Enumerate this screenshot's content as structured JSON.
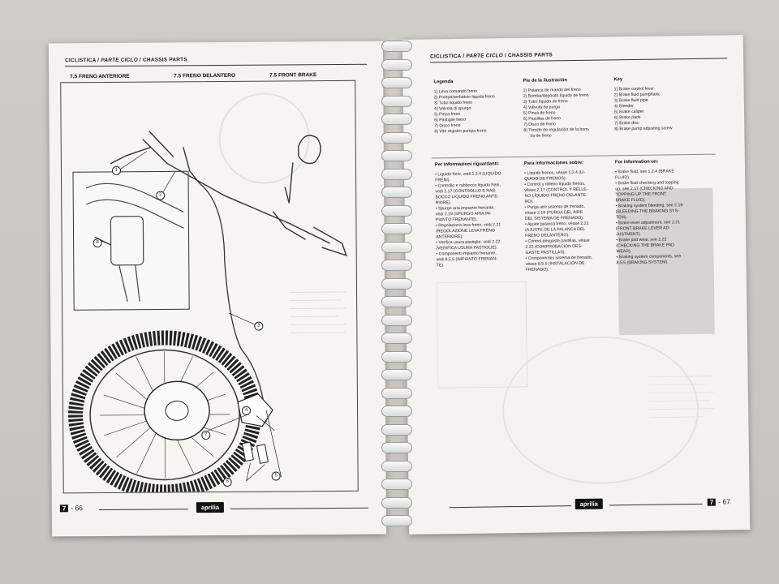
{
  "left_page": {
    "header": {
      "part1": "CICLISTICA",
      "part2": "PARTE CICLO",
      "part3": "CHASSIS PARTS",
      "sep": "/"
    },
    "sections": {
      "it": "7.5 FRENO ANTERIORE",
      "es": "7.5 FRENO DELANTERO",
      "en": "7.5 FRONT BRAKE"
    },
    "callouts": [
      "1",
      "2",
      "3",
      "4",
      "5",
      "6",
      "7",
      "8"
    ],
    "page_prefix": "7",
    "page_suffix": "- 66",
    "logo": "aprilia"
  },
  "right_page": {
    "header": {
      "part1": "CICLISTICA",
      "part2": "PARTE CICLO",
      "part3": "CHASSIS PARTS",
      "sep": "/"
    },
    "legend": {
      "it_title": "Legenda",
      "es_title": "Pie de la ilustración",
      "en_title": "Key",
      "it": [
        "1) Leva comando freno",
        "2) Pompa/serbatoio liquido freno",
        "3) Tubo liquido freno",
        "4) Valvola di spurgo",
        "5) Pinza freno",
        "6) Pastiglie freno",
        "7) Disco freno",
        "8) Vite registro pompa freno"
      ],
      "es": [
        "1) Palanca de mando del freno",
        "2) Bomba/depósito líquido de freno",
        "3) Tubo líquido de freno",
        "4) Válvula de purga",
        "5) Pinza de freno",
        "6) Pastillas de freno",
        "7) Disco de freno",
        "8) Tornillo de regulación de la bom-",
        "ba de freno"
      ],
      "en": [
        "1) Brake control lever",
        "2) Brake fluid pump/tank",
        "3) Brake fluid pipe",
        "4) Bleeder",
        "5) Brake caliper",
        "6) Brake pads",
        "7) Brake disc",
        "8) Brake pump adjusting screw"
      ]
    },
    "info": {
      "it_title": "Per informazioni riguardanti:",
      "es_title": "Para informaciones sobre:",
      "en_title": "For information on:",
      "it": [
        "• Liquido freni, vedi 1.2.4 (LIQUIDO",
        "FRENI).",
        "• Controllo e rabbocco liquido freni,",
        "vedi 2.17 (CONTROLLO E RAB-",
        "BOCCO LIQUIDO FRENO ANTE-",
        "RIORE).",
        "• Spurgo aria impianto frenante,",
        "vedi 2.19 (SPURGO ARIA IM-",
        "PIANTO FRENANTE).",
        "• Regolazione leva freno, vedi 2.21",
        "(REGOLAZIONE LEVA FRENO",
        "ANTERIORE).",
        "• Verifica usura pastiglie, vedi 2.22",
        "(VERIFICA USURA PASTIGLIE).",
        "• Componenti impianto frenante,",
        "vedi 8.5.5 (IMPIANTO FRENAN-",
        "TE)."
      ],
      "es": [
        "• Líquido frenos, véase 1.2.4 (LÍ-",
        "QUIDO DE FRENOS).",
        "• Control y relleno líquido frenos,",
        "véase 2.17 (CONTROL Y RELLE-",
        "NO LÍQUIDO FRENO DELANTE-",
        "RO).",
        "• Purga aire sistema de frenado,",
        "véase 2.19 (PURGA DEL AIRE",
        "DEL SISTEMA DE FRENADO).",
        "• Ajuste palanca freno, véase 2.21",
        "(AJUSTE DE LA PALANCA DEL",
        "FRENO DELANTERO).",
        "• Control desgaste pastillas, véase",
        "2.22 (COMPROBACIÓN DES-",
        "GASTE PASTILLAS).",
        "• Componentes sistema de frenado,",
        "véase 8.5.5 (INSTALACIÓN DE",
        "FRENADO)."
      ],
      "en": [
        "• Brake fluid, see 1.2.4 (BRAKE",
        "FLUID).",
        "• Brake fluid checking and topping",
        "up, see 2.17 (CHECKING AND",
        "TOPPING UP THE FRONT",
        "BRAKE FLUID).",
        "• Braking system bleeding, see 2.19",
        "(BLEEDING THE BRAKING SYS-",
        "TEM).",
        "• Brake lever adjustment, see 2.21",
        "(FRONT BRAKE LEVER AD-",
        "JUSTMENT).",
        "• Brake pad wear, see 2.22",
        "(CHECKING THE BRAKE PAD",
        "WEAR).",
        "• Braking system components, see",
        "8.5.5 (BRAKING SYSTEM)."
      ]
    },
    "page_prefix": "7",
    "page_suffix": "- 67",
    "logo": "aprilia"
  }
}
